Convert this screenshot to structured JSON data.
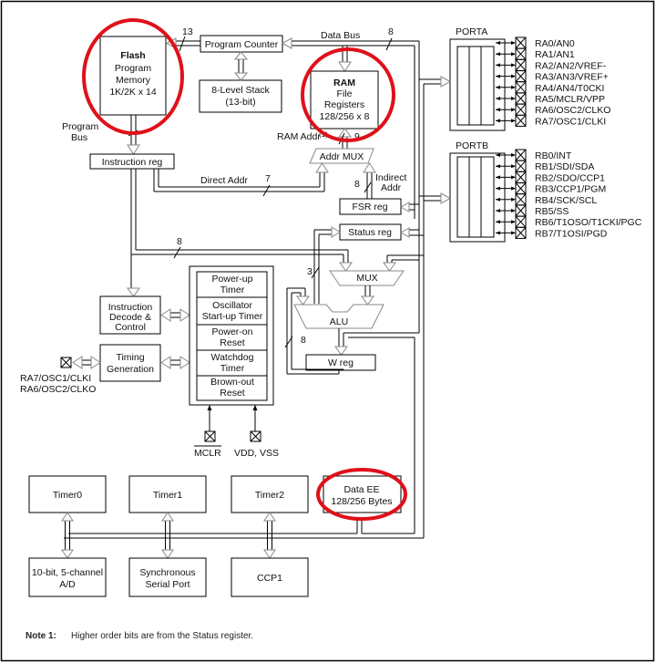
{
  "diagram": {
    "flash": {
      "title": "Flash",
      "line1": "Program",
      "line2": "Memory",
      "line3": "1K/2K x 14"
    },
    "program_counter": "Program Counter",
    "stack": {
      "line1": "8-Level Stack",
      "line2": "(13-bit)"
    },
    "ram": {
      "title": "RAM",
      "line1": "File",
      "line2": "Registers",
      "line3": "128/256 x 8"
    },
    "labels": {
      "data_bus": "Data Bus",
      "program_bus_1": "Program",
      "program_bus_2": "Bus",
      "ram_addr": "RAM Addr",
      "ram_addr_note": "(1)",
      "direct_addr": "Direct Addr",
      "indirect_addr_1": "Indirect",
      "indirect_addr_2": "Addr",
      "bus_13": "13",
      "bus_8_top": "8",
      "bus_9": "9",
      "bus_7": "7",
      "bus_8_indirect": "8",
      "bus_8_mid": "8",
      "bus_3": "3",
      "bus_8_w": "8"
    },
    "addr_mux": "Addr MUX",
    "instruction_reg": "Instruction reg",
    "fsr_reg": "FSR reg",
    "status_reg": "Status reg",
    "mux": "MUX",
    "alu": "ALU",
    "w_reg": "W reg",
    "instruction_decode": {
      "line1": "Instruction",
      "line2": "Decode &",
      "line3": "Control"
    },
    "timing_generation": {
      "line1": "Timing",
      "line2": "Generation"
    },
    "osc_pins": {
      "line1": "RA7/OSC1/CLKI",
      "line2": "RA6/OSC2/CLKO"
    },
    "reset_block": [
      {
        "line1": "Power-up",
        "line2": "Timer"
      },
      {
        "line1": "Oscillator",
        "line2": "Start-up Timer"
      },
      {
        "line1": "Power-on",
        "line2": "Reset"
      },
      {
        "line1": "Watchdog",
        "line2": "Timer"
      },
      {
        "line1": "Brown-out",
        "line2": "Reset"
      }
    ],
    "mclr": "MCLR",
    "vdd_vss": "VDD, VSS",
    "porta": {
      "title": "PORTA",
      "pins": [
        "RA0/AN0",
        "RA1/AN1",
        "RA2/AN2/VREF-",
        "RA3/AN3/VREF+",
        "RA4/AN4/T0CKI",
        "RA5/MCLR/VPP",
        "RA6/OSC2/CLKO",
        "RA7/OSC1/CLKI"
      ]
    },
    "portb": {
      "title": "PORTB",
      "pins": [
        "RB0/INT",
        "RB1/SDI/SDA",
        "RB2/SDO/CCP1",
        "RB3/CCP1/PGM",
        "RB4/SCK/SCL",
        "RB5/SS",
        "RB6/T1OSO/T1CKI/PGC",
        "RB7/T1OSI/PGD"
      ]
    },
    "peripherals_top": [
      "Timer0",
      "Timer1",
      "Timer2"
    ],
    "data_ee": {
      "line1": "Data EE",
      "line2": "128/256 Bytes"
    },
    "peripherals_bottom": [
      {
        "line1": "10-bit, 5-channel",
        "line2": "A/D"
      },
      {
        "line1": "Synchronous",
        "line2": "Serial Port"
      },
      {
        "line1": "CCP1",
        "line2": ""
      }
    ],
    "note": {
      "label": "Note 1:",
      "text": "Higher order bits are from the Status register."
    },
    "highlight_color": "#e0101a"
  }
}
